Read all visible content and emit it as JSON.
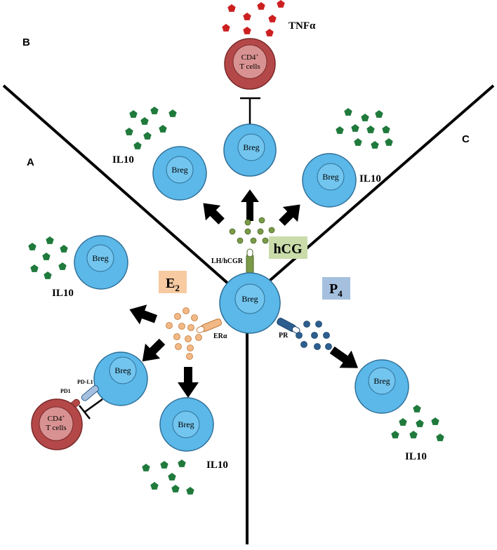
{
  "panels": {
    "a": "A",
    "b": "B",
    "c": "C"
  },
  "cells": {
    "breg_label": "Breg",
    "cd4_main": "CD4",
    "cd4_sup": "+",
    "cd4_line2": "T cells"
  },
  "cytokines": {
    "il10": "IL10",
    "tnf": "TNFα"
  },
  "hormones": {
    "hcg": "hCG",
    "e2_main": "E",
    "e2_sub": "2",
    "p4_main": "P",
    "p4_sub": "4"
  },
  "receptors": {
    "lh": "LH/hCGR",
    "er": "ERα",
    "pr": "PR",
    "pd1": "PD1",
    "pdl1": "PD-L1"
  },
  "colors": {
    "breg_outer": "#5bb8e8",
    "breg_inner": "#72c5ee",
    "cell_stroke": "#2f6f98",
    "cd4_outer": "#b44848",
    "cd4_inner": "#d99292",
    "il10_pentagon": "#1f7a3c",
    "tnf_pentagon": "#cc2020",
    "hcg_dot": "#7a9a48",
    "hcg_box": "#c9dcaa",
    "e2_dot": "#f2b885",
    "e2_box": "#f8caa2",
    "p4_dot": "#2c5f8f",
    "p4_box": "#a5c0de"
  }
}
